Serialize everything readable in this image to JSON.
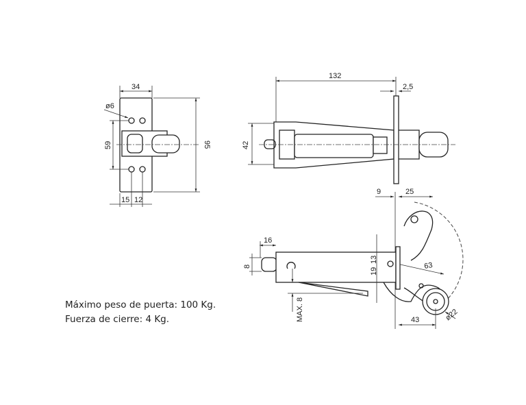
{
  "front_view": {
    "width": "34",
    "hole": "ø6",
    "hole_spacing": "59",
    "height": "95",
    "offset_a": "15",
    "offset_b": "12"
  },
  "top_view": {
    "length": "132",
    "plate": "2,5",
    "height": "42"
  },
  "side_view": {
    "d9": "9",
    "d25": "25",
    "radius": "63",
    "pin": "16",
    "pin_dia": "8",
    "d19": "19",
    "d13": "13",
    "max": "MAX. 8",
    "reach": "43",
    "wheel": "ø22"
  },
  "notes": {
    "weight": "Máximo peso de puerta: 100 Kg.",
    "force": "Fuerza de cierre: 4 Kg."
  }
}
